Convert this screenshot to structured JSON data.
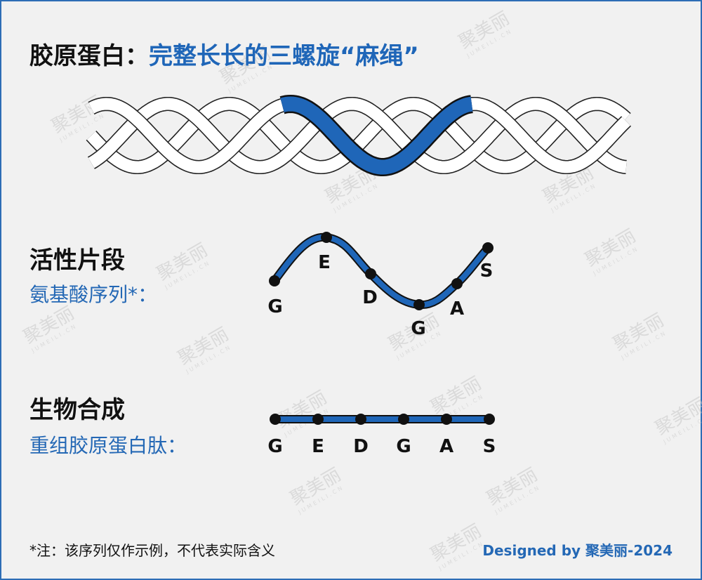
{
  "title": {
    "prefix": "胶原蛋白：",
    "accent": "完整长长的三螺旋“麻绳”"
  },
  "section_active": {
    "heading": "活性片段",
    "subheading": "氨基酸序列*："
  },
  "section_synthesis": {
    "heading": "生物合成",
    "subheading": "重组胶原蛋白肽："
  },
  "sequence": [
    "G",
    "E",
    "D",
    "G",
    "A",
    "S"
  ],
  "footnote": "*注：该序列仅作示例，不代表实际含义",
  "credit": "Designed by 聚美丽-2024",
  "watermark": {
    "text": "聚美丽",
    "subtext": "JUMEILI.CN"
  },
  "colors": {
    "accent": "#1f66b8",
    "strand_highlight": "#1f66b8",
    "strand_outline": "#111111",
    "background": "#f1f1f1"
  }
}
